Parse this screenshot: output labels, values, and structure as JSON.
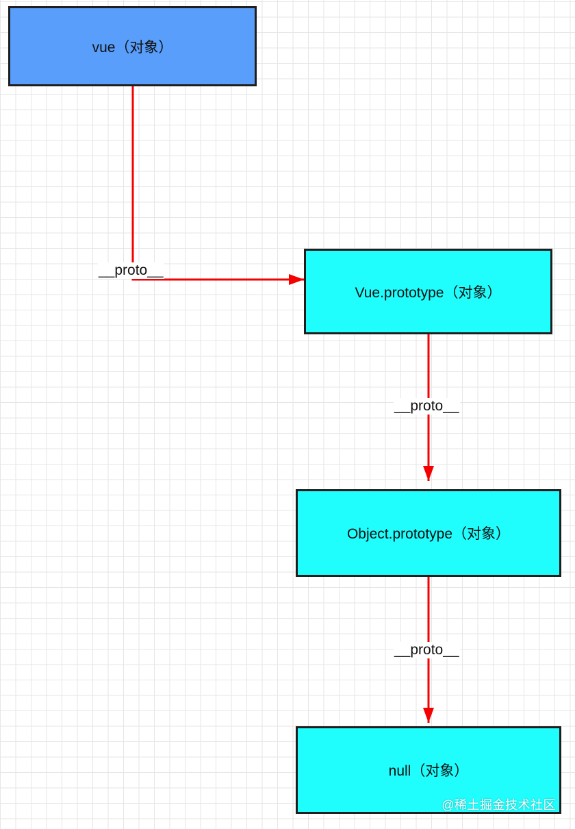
{
  "colors": {
    "root_node_fill": "#589efa",
    "prototype_node_fill": "#1ffdfc",
    "arrow": "#f40000",
    "node_border": "#1e1e1e"
  },
  "nodes": [
    {
      "id": "vue",
      "label": "vue（对象）"
    },
    {
      "id": "vue_prototype",
      "label": "Vue.prototype（对象）"
    },
    {
      "id": "object_prototype",
      "label": "Object.prototype（对象）"
    },
    {
      "id": "null",
      "label": "null（对象）"
    }
  ],
  "edges": [
    {
      "from": "vue",
      "to": "vue_prototype",
      "label": "__proto__"
    },
    {
      "from": "vue_prototype",
      "to": "object_prototype",
      "label": "__proto__"
    },
    {
      "from": "object_prototype",
      "to": "null",
      "label": "__proto__"
    }
  ],
  "watermark": "@稀土掘金技术社区"
}
